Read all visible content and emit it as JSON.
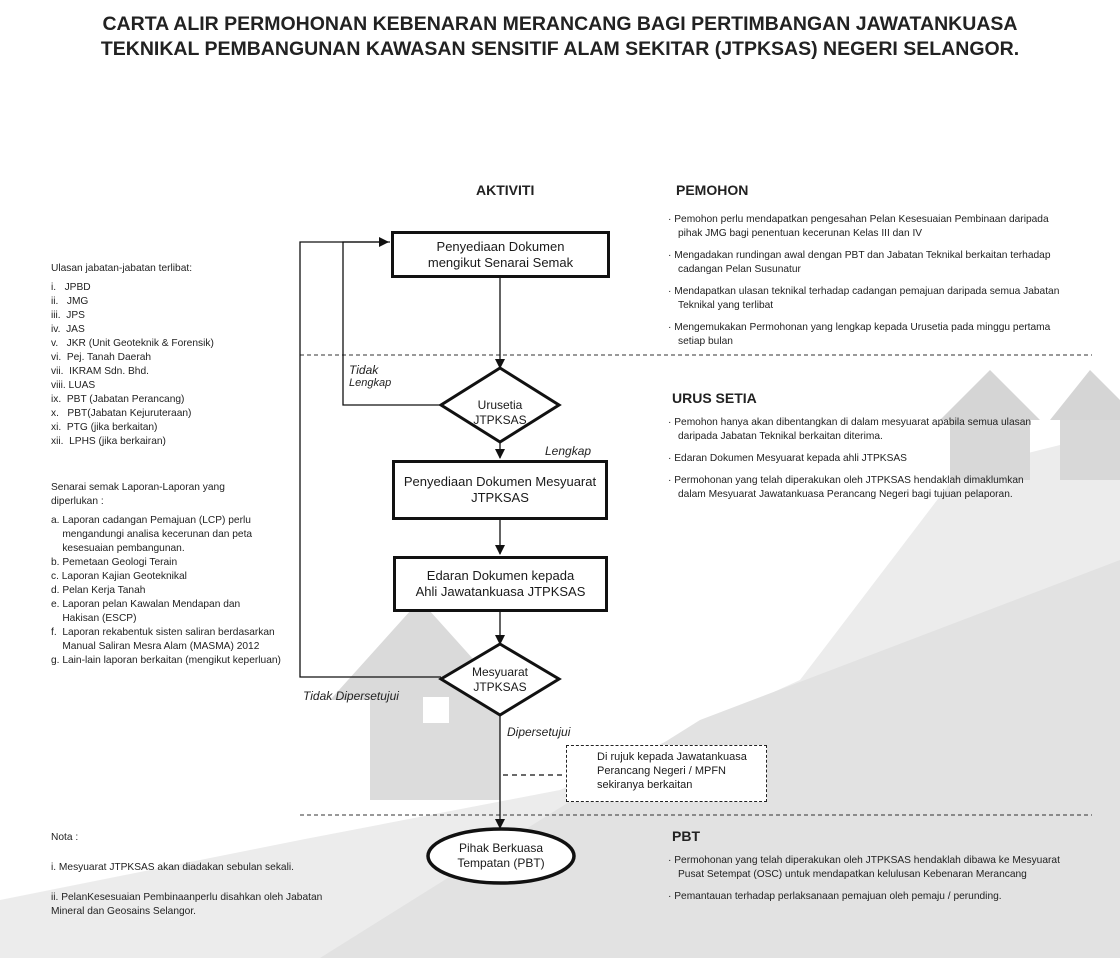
{
  "title": [
    "CARTA ALIR PERMOHONAN KEBENARAN MERANCANG BAGI PERTIMBANGAN JAWATANKUASA",
    "TEKNIKAL PEMBANGUNAN KAWASAN SENSITIF ALAM SEKITAR (JTPKSAS) NEGERI SELANGOR."
  ],
  "column_headers": {
    "activity": "AKTIVITI",
    "applicant": "PEMOHON",
    "secretariat": "URUS SETIA",
    "pbt": "PBT"
  },
  "left_panel": {
    "departments_heading": "Ulasan jabatan-jabatan terlibat:",
    "departments": [
      "i.   JPBD",
      "ii.   JMG",
      "iii.  JPS",
      "iv.  JAS",
      "v.   JKR (Unit Geoteknik & Forensik)",
      "vi.  Pej. Tanah Daerah",
      "vii.  IKRAM Sdn. Bhd.",
      "viii. LUAS",
      "ix.  PBT (Jabatan Perancang)",
      "x.   PBT(Jabatan Kejuruteraan)",
      "xi.  PTG (jika berkaitan)",
      "xii.  LPHS (jika berkairan)"
    ],
    "reports_heading": [
      "Senarai semak Laporan-Laporan yang",
      "diperlukan :"
    ],
    "reports": [
      "a. Laporan cadangan Pemajuan (LCP) perlu",
      "    mengandungi analisa kecerunan dan peta",
      "    kesesuaian pembangunan.",
      "b. Pemetaan Geologi Terain",
      "c. Laporan Kajian Geoteknikal",
      "d. Pelan Kerja Tanah",
      "e. Laporan pelan Kawalan Mendapan dan",
      "    Hakisan (ESCP)",
      "f.  Laporan rekabentuk sisten saliran berdasarkan",
      "    Manual Saliran Mesra Alam (MASMA) 2012",
      "g. Lain-lain laporan berkaitan (mengikut keperluan)"
    ],
    "notes_heading": "Nota :",
    "notes": [
      [
        "i.  Mesyuarat JTPKSAS akan diadakan sebulan sekali."
      ],
      [
        "ii. PelanKesesuaian Pembinaanperlu disahkan oleh Jabatan",
        "    Mineral dan Geosains Selangor."
      ]
    ]
  },
  "flow": {
    "box1": [
      "Penyediaan Dokumen",
      "mengikut Senarai Semak"
    ],
    "decision1": [
      "Urusetia",
      "JTPKSAS"
    ],
    "label_tidak": "Tidak",
    "label_lengkap_left": "Lengkap",
    "label_lengkap": "Lengkap",
    "box2": [
      "Penyediaan Dokumen Mesyuarat",
      "JTPKSAS"
    ],
    "box3": [
      "Edaran Dokumen kepada",
      "Ahli Jawatankuasa JTPKSAS"
    ],
    "decision2": [
      "Mesyuarat",
      "JTPKSAS"
    ],
    "label_tidak_dipersetujui": "Tidak Dipersetujui",
    "label_dipersetujui": "Dipersetujui",
    "side_box": [
      "Di rujuk kepada Jawatankuasa",
      "Perancang Negeri / MPFN",
      "sekiranya berkaitan"
    ],
    "end": [
      "Pihak Berkuasa",
      "Tempatan (PBT)"
    ]
  },
  "applicant_notes": [
    [
      "Pemohon perlu mendapatkan pengesahan Pelan Kesesuaian Pembinaan daripada",
      "pihak JMG bagi penentuan kecerunan Kelas III dan IV"
    ],
    [
      "Mengadakan rundingan awal dengan PBT dan Jabatan Teknikal berkaitan terhadap",
      "cadangan Pelan Susunatur"
    ],
    [
      "Mendapatkan ulasan teknikal terhadap cadangan pemajuan daripada semua Jabatan",
      "Teknikal yang terlibat"
    ],
    [
      "Mengemukakan Permohonan yang lengkap kepada Urusetia pada minggu pertama",
      "setiap bulan"
    ]
  ],
  "secretariat_notes": [
    [
      "Pemohon hanya akan dibentangkan di dalam mesyuarat apabila semua ulasan",
      "daripada Jabatan Teknikal berkaitan diterima."
    ],
    [
      "Edaran Dokumen Mesyuarat kepada ahli JTPKSAS"
    ],
    [
      "Permohonan yang telah diperakukan oleh JTPKSAS hendaklah dimaklumkan",
      "dalam Mesyuarat Jawatankuasa Perancang Negeri bagi tujuan pelaporan."
    ]
  ],
  "pbt_notes": [
    [
      "Permohonan yang telah diperakukan oleh JTPKSAS hendaklah dibawa ke Mesyuarat",
      "Pusat Setempat (OSC) untuk mendapatkan kelulusan Kebenaran Merancang"
    ],
    [
      "Pemantauan terhadap perlaksanaan pemajuan oleh pemaju / perunding."
    ]
  ],
  "colors": {
    "line": "#111111",
    "background_shade": "#e6e6e6",
    "house_shade": "#d2d2d2"
  }
}
